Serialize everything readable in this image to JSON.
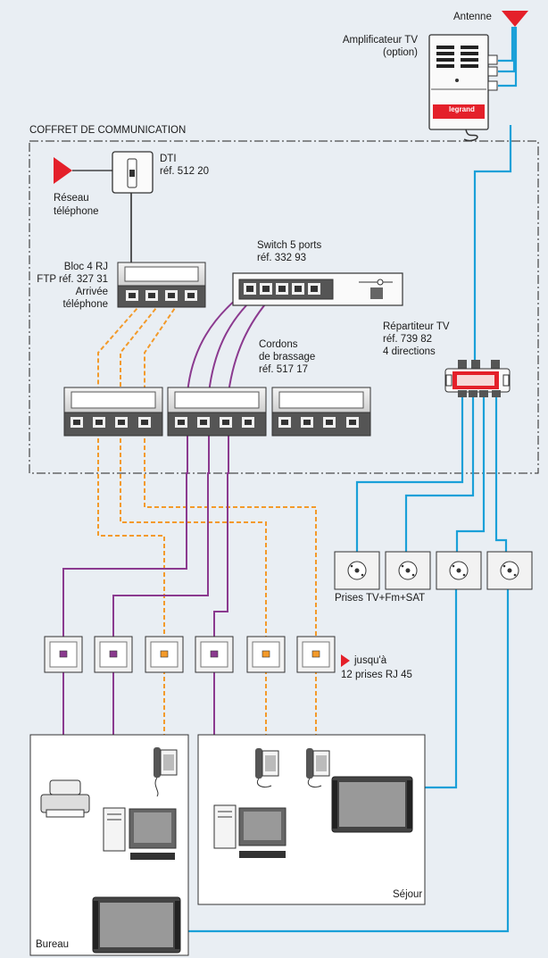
{
  "labels": {
    "antenne": "Antenne",
    "ampli_1": "Amplificateur TV",
    "ampli_2": "(option)",
    "coffret": "COFFRET DE COMMUNICATION",
    "dti_1": "DTI",
    "dti_2": "réf. 512 20",
    "reseau_1": "Réseau",
    "reseau_2": "téléphone",
    "bloc_1": "Bloc 4 RJ",
    "bloc_2": "FTP réf. 327 31",
    "bloc_3": "Arrivée",
    "bloc_4": "téléphone",
    "switch_1": "Switch 5 ports",
    "switch_2": "réf. 332 93",
    "cordons_1": "Cordons",
    "cordons_2": "de brassage",
    "cordons_3": "réf. 517 17",
    "repart_1": "Répartiteur TV",
    "repart_2": "réf. 739 82",
    "repart_3": "4 directions",
    "prises_tv": "Prises TV+Fm+SAT",
    "jusqua_1": "jusqu'à",
    "jusqua_2": "12 prises RJ 45",
    "sejour": "Séjour",
    "bureau": "Bureau",
    "brand": "legrand"
  },
  "colors": {
    "background": "#e9eef3",
    "coax": "#1aa0d8",
    "network": "#8b3a8f",
    "phone": "#f39a2a",
    "accent_red": "#e4202a"
  }
}
